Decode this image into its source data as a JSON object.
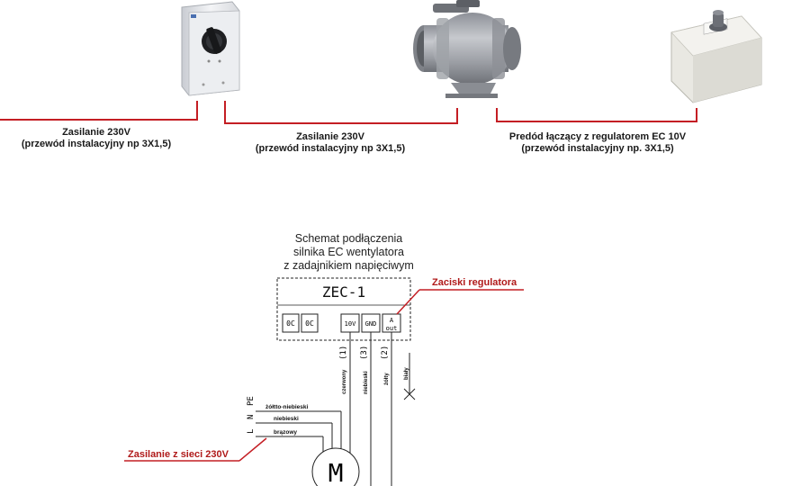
{
  "photos": {
    "switch": "isolator-switch-photo",
    "fan": "duct-fan-photo",
    "regulator": "ec-regulator-photo"
  },
  "captions": {
    "cable1": {
      "line1": "Zasilanie 230V",
      "line2": "(przewód instalacyjny np 3X1,5)"
    },
    "cable2": {
      "line1": "Zasilanie 230V",
      "line2": "(przewód instalacyjny np 3X1,5)"
    },
    "cable3": {
      "line1": "Predód łączący z regulatorem EC 10V",
      "line2": "(przewód instalacyjny np. 3X1,5)"
    }
  },
  "schematic": {
    "title": [
      "Schemat podłączenia",
      "silnika EC wentylatora",
      "z zadajnikiem napięciwym"
    ],
    "box_label": "ZEC-1",
    "terminals": [
      "0C",
      "0C",
      "10V",
      "GND",
      "A",
      "out"
    ],
    "wire_labels": {
      "czerwony": "czerwony",
      "n1": "(1)",
      "niebieski": "niebieski",
      "n3": "(3)",
      "zolty": "żółty",
      "n2": "(2)",
      "bialy": "biały"
    },
    "mains": {
      "PE": "PE",
      "N": "N",
      "L": "L",
      "pe_wire": "żółtto-niebieski",
      "n_wire": "niebieski",
      "l_wire": "brązowy"
    },
    "motor": "M",
    "zaciski_label": "Zaciski regulatora",
    "zasilanie_label": "Zasilanie z sieci 230V"
  },
  "colors": {
    "accent_red": "#c41e24"
  }
}
